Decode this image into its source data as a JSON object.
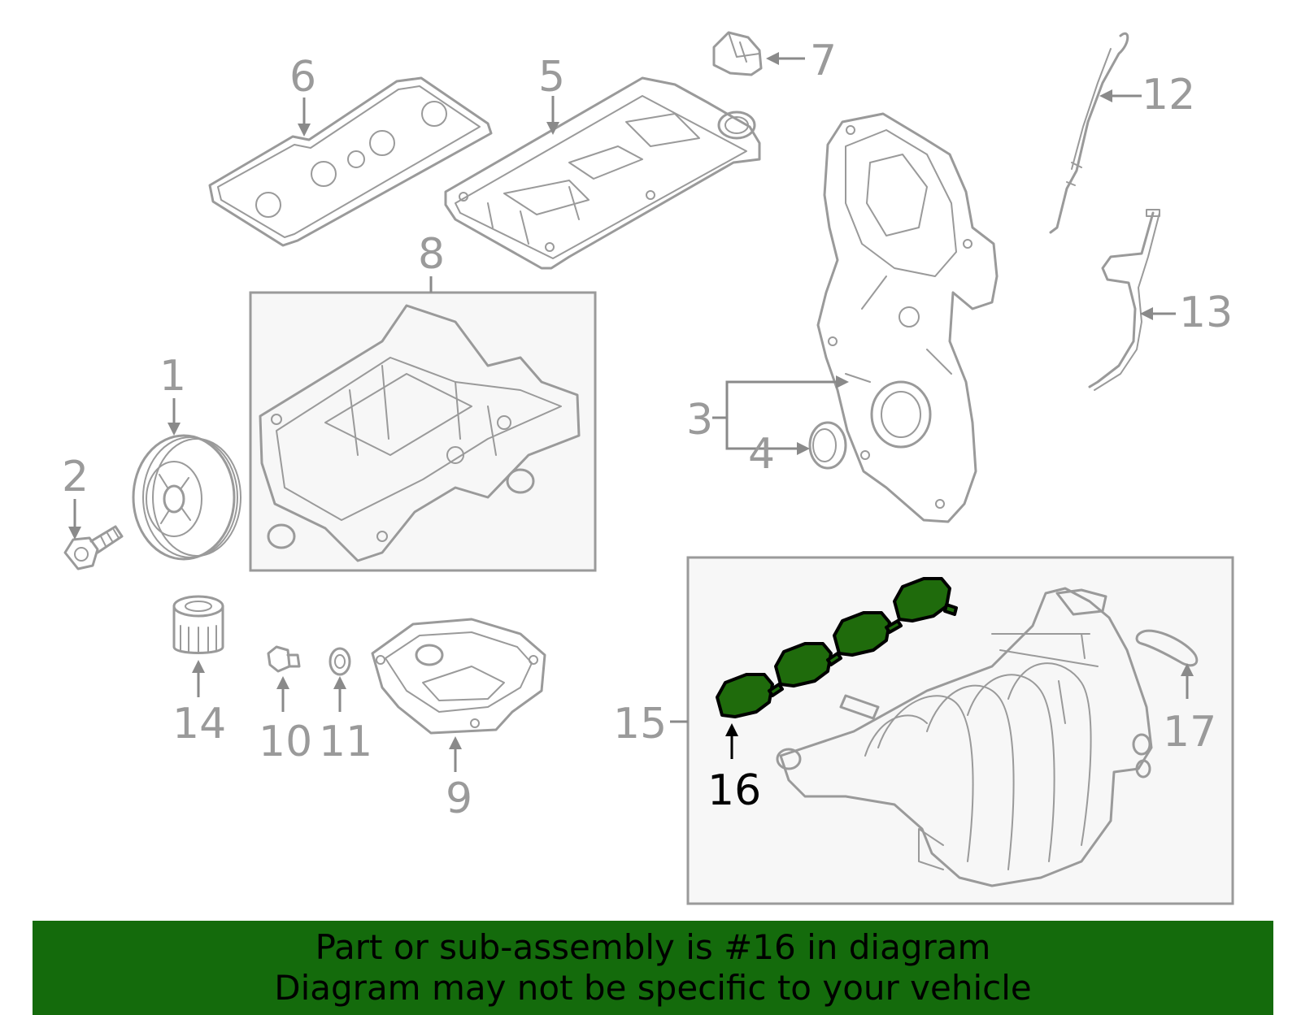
{
  "callouts": {
    "c1": "1",
    "c2": "2",
    "c3": "3",
    "c4": "4",
    "c5": "5",
    "c6": "6",
    "c7": "7",
    "c8": "8",
    "c9": "9",
    "c10": "10",
    "c11": "11",
    "c12": "12",
    "c13": "13",
    "c14": "14",
    "c15": "15",
    "c16": "16",
    "c17": "17"
  },
  "highlight": {
    "part_number": "16",
    "color": "#1f6b0c"
  },
  "banner": {
    "line1": "Part or sub-assembly is #16 in diagram",
    "line2": "Diagram may not be specific to your vehicle",
    "background": "#146b0c"
  }
}
